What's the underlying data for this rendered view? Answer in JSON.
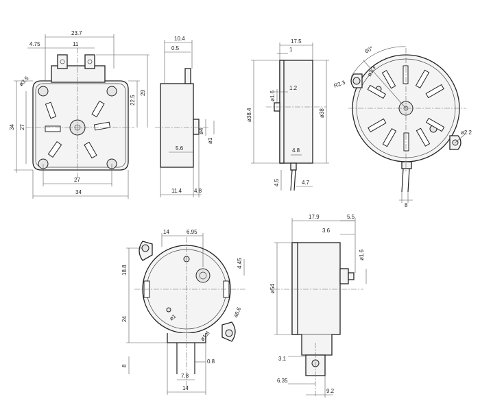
{
  "views": {
    "square_front": {
      "width_top": "23.7",
      "tab_left_offset": "4.75",
      "tab_span": "11",
      "hole_dia": "ø3.5",
      "height_right": "22.5",
      "height_total_right": "29",
      "height_left": "34",
      "height_inner_left": "27",
      "width_inner_bottom": "27",
      "width_total_bottom": "34"
    },
    "square_side": {
      "depth_top": "10.4",
      "flange": "0.5",
      "shaft_small": "ø4",
      "shaft_dia": "ø1",
      "mid": "5.6",
      "body_len": "11.4",
      "shaft_len": "4.8"
    },
    "round_side_top": {
      "depth_top": "17.5",
      "flange": "1",
      "shaft_dia": "ø1.6",
      "shaft_len": "1.2",
      "body_dia_left": "ø38.4",
      "body_dia_right": "ø38",
      "terminal_offset": "4.8",
      "terminal_len": "4.5",
      "terminal_span": "4.7"
    },
    "round_front_top": {
      "angle": "60°",
      "radius": "R2.3",
      "hole1": "ø3.3",
      "hole2": "ø2.2",
      "terminal_span": "8"
    },
    "round_front_bottom": {
      "width_a": "14",
      "width_b": "6.95",
      "height_a": "18.8",
      "height_b": "24",
      "offset_right": "4.45",
      "radius_right": "46.6",
      "center_hole": "ø1",
      "shaft_hole": "ø1.6",
      "terminal_h": "8",
      "terminal_w": "0.8",
      "terminal_span": "7.8",
      "base_width": "14"
    },
    "round_side_bottom": {
      "depth_total": "17.9",
      "hub": "5.5",
      "hub_inner": "3.6",
      "shaft_dia": "ø1.6",
      "body_dia": "ø54",
      "terminal_gap": "3.1",
      "base_height": "6.35",
      "base_width": "9.2"
    }
  }
}
